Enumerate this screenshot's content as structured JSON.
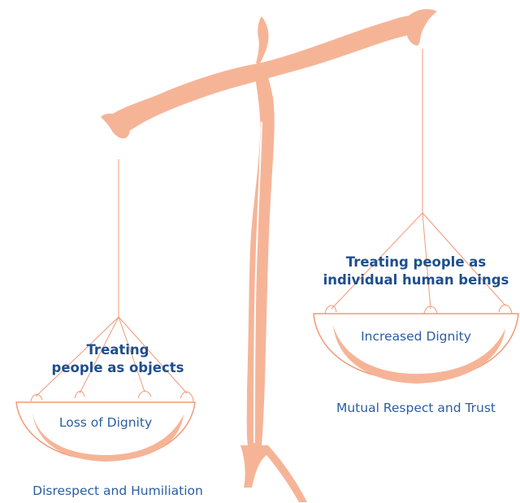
{
  "left_pan": {
    "heading_line1": "Treating",
    "heading_line2": "people as objects",
    "pan_label": "Loss of Dignity",
    "caption": "Disrespect and Humiliation"
  },
  "right_pan": {
    "heading_line1": "Treating people as",
    "heading_line2": "individual human beings",
    "pan_label": "Increased Dignity",
    "caption": "Mutual Respect and Trust"
  },
  "colors": {
    "scale_fill": "#f6b497",
    "string": "#f09a77"
  }
}
